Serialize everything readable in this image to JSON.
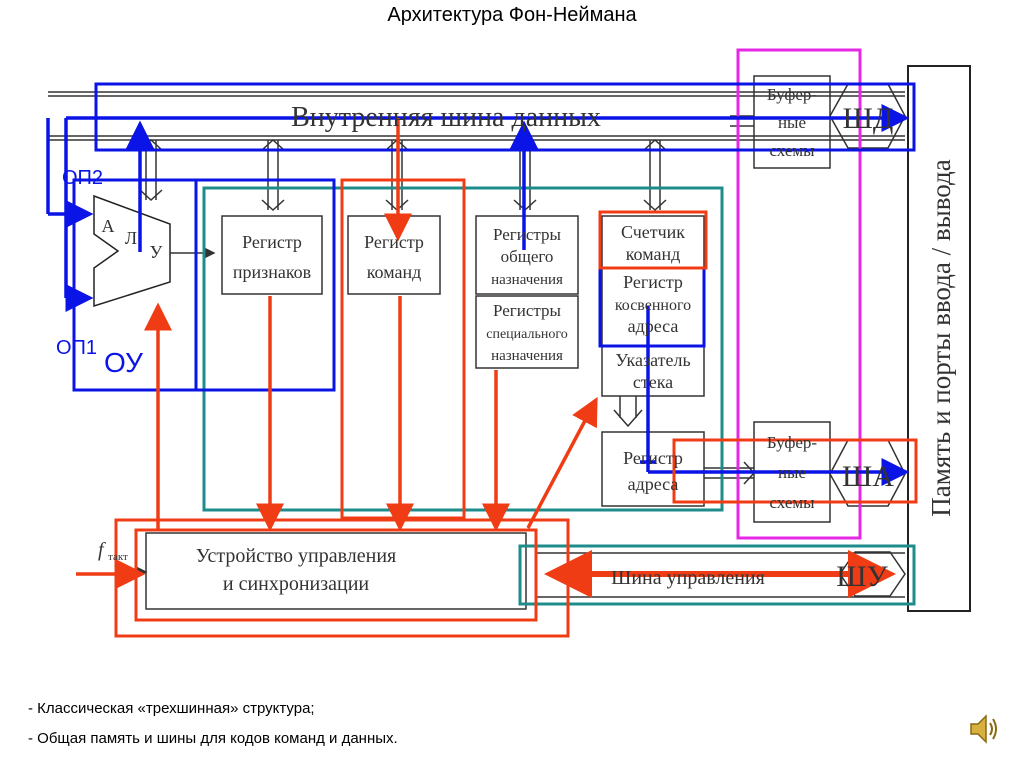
{
  "title": "Архитектура Фон-Неймана",
  "labels": {
    "internal_bus": "Внутренняя шина данных",
    "buffer1": [
      "Буфер-",
      "ные",
      "схемы"
    ],
    "buffer2": [
      "Буфер-",
      "ные",
      "схемы"
    ],
    "shd": "ШД",
    "sha": "ША",
    "shu": "ШУ",
    "memory_ports": "Память и порты ввода / вывода",
    "alu_a": "А",
    "alu_l": "Л",
    "alu_u": "У",
    "op1": "ОП1",
    "op2": "ОП2",
    "ou": "ОУ",
    "reg_flags": [
      "Регистр",
      "признаков"
    ],
    "reg_commands": [
      "Регистр",
      "команд"
    ],
    "reg_general": [
      "Регистры",
      "общего",
      "назначения"
    ],
    "reg_special": [
      "Регистры",
      "специального",
      "назначения"
    ],
    "counter": [
      "Счетчик",
      "команд"
    ],
    "reg_indirect": [
      "Регистр",
      "косвенного",
      "адреса"
    ],
    "stack_ptr": [
      "Указатель",
      "стека"
    ],
    "reg_address": [
      "Регистр",
      "адреса"
    ],
    "control_unit": [
      "Устройство управления",
      "и синхронизации"
    ],
    "control_bus": "Шина управления",
    "clock_f": "f",
    "clock_sub": "такт"
  },
  "notes": [
    "- Классическая «трехшинная» структура;",
    "- Общая память и шины для кодов команд и данных."
  ],
  "colors": {
    "blue": "#0a14e6",
    "red": "#f03c14",
    "teal": "#1e8c8c",
    "magenta": "#e628e6",
    "black": "#222222"
  },
  "icons": {
    "speaker": "speaker-icon"
  }
}
